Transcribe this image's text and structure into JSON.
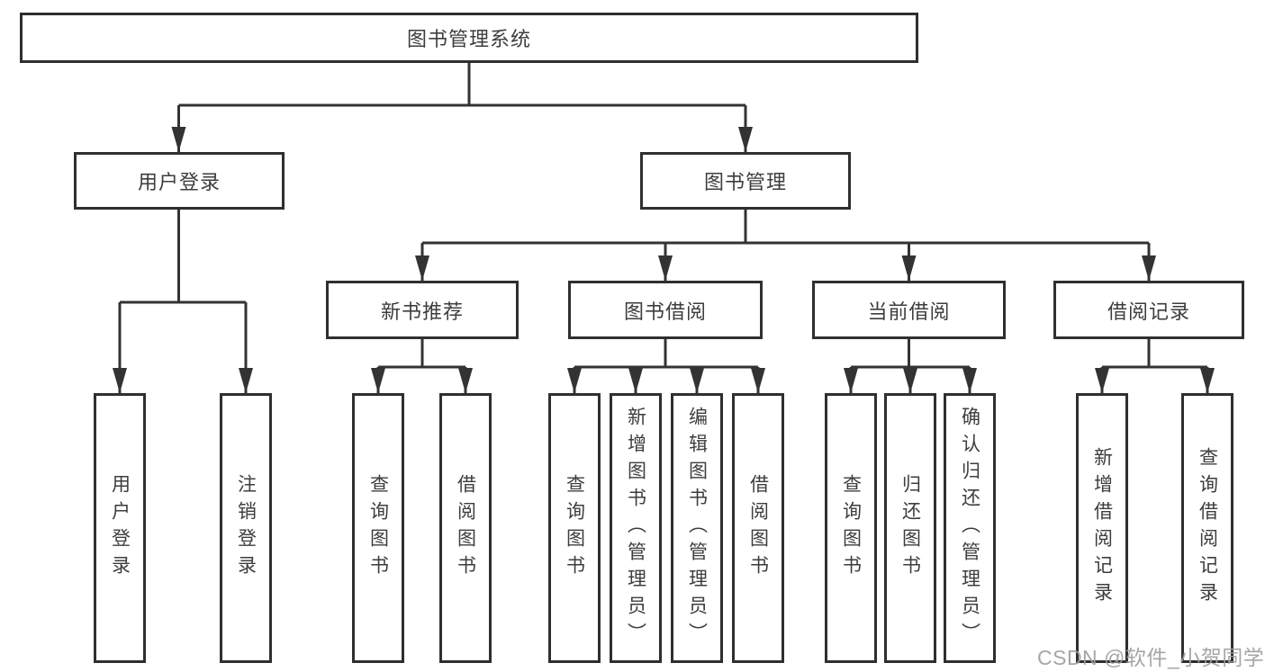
{
  "diagram": {
    "title": "图书管理系统",
    "branches": [
      {
        "label": "用户登录",
        "leaves": [
          "用户登录",
          "注销登录"
        ]
      },
      {
        "label": "图书管理",
        "groups": [
          {
            "label": "新书推荐",
            "leaves": [
              "查询图书",
              "借阅图书"
            ]
          },
          {
            "label": "图书借阅",
            "leaves": [
              "查询图书",
              "新增图书（管理员）",
              "编辑图书（管理员）",
              "借阅图书"
            ]
          },
          {
            "label": "当前借阅",
            "leaves": [
              "查询图书",
              "归还图书",
              "确认归还（管理员）"
            ]
          },
          {
            "label": "借阅记录",
            "leaves": [
              "新增借阅记录",
              "查询借阅记录"
            ]
          }
        ]
      }
    ]
  },
  "watermark": {
    "text": "CSDN @软件_小贺同学"
  },
  "colors": {
    "line": "#333333",
    "box_border": "#2f2f2f",
    "text": "#3d3d3d",
    "background": "#ffffff",
    "watermark": "#9e9ea0"
  }
}
